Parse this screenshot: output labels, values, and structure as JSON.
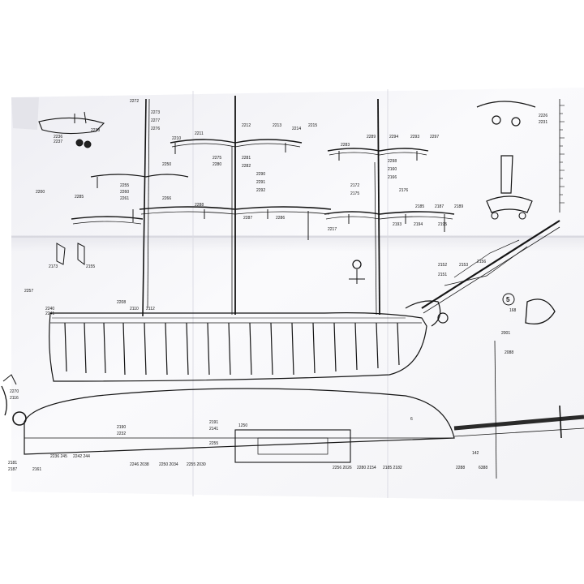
{
  "photo": {
    "subject": "",
    "background": "#ffffff",
    "paper": "#f7f7f9",
    "ink": "#151515"
  },
  "labels": {
    "l01": "2236",
    "l02": "2237",
    "l03": "2238",
    "l04": "2200",
    "l05": "2285",
    "l06": "2272",
    "l07": "2273",
    "l08": "2277",
    "l09": "2276",
    "l10": "2210",
    "l11": "2211",
    "l12": "2212",
    "l13": "2213",
    "l14": "2214",
    "l15": "2215",
    "l16": "2250",
    "l17": "2255",
    "l18": "2260",
    "l19": "2261",
    "l20": "2266",
    "l21": "2275",
    "l22": "2280",
    "l23": "2281",
    "l24": "2282",
    "l25": "2290",
    "l26": "2291",
    "l27": "2292",
    "l28": "2288",
    "l29": "2287",
    "l30": "2286",
    "l31": "2283",
    "l32": "2289",
    "l33": "2294",
    "l34": "2293",
    "l35": "2297",
    "l36": "2298",
    "l37": "2160",
    "l38": "2166",
    "l39": "2172",
    "l40": "2175",
    "l41": "2176",
    "l42": "2185",
    "l43": "2187",
    "l44": "2189",
    "l45": "2193",
    "l46": "2194",
    "l47": "2195",
    "l48": "2152",
    "l49": "2153",
    "l50": "2156",
    "l51": "2151",
    "l52": "2226",
    "l53": "2231",
    "l54": "2110",
    "l55": "2112",
    "l56": "2208",
    "l57": "2240",
    "l58": "2241",
    "l59": "2257",
    "l60": "1250",
    "l61": "2191",
    "l62": "2141",
    "l63": "2255",
    "l64": "2190",
    "l65": "2232",
    "l66": "2236 245",
    "l67": "2242 244",
    "l68": "2246 2038",
    "l69": "2250 2034",
    "l70": "2255 2030",
    "l71": "2256 2026",
    "l72": "2280 2154",
    "l73": "2185 2182",
    "l74": "2181",
    "l75": "2187",
    "l76": "2161",
    "l77": "2001",
    "l78": "2088",
    "l79": "142",
    "l80": "6388",
    "l81": "2288",
    "l82": "6",
    "l83": "168",
    "l84": "2270",
    "l85": "2116",
    "l86": "2173",
    "l87": "2155",
    "l88": "2217"
  },
  "figure": {
    "number": "5"
  }
}
